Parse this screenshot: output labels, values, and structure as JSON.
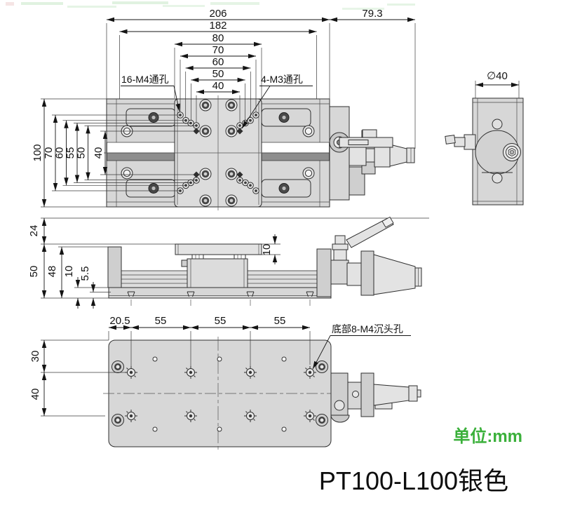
{
  "footer": {
    "units": "单位:mm",
    "title": "PT100-L100银色"
  },
  "colors": {
    "body_gray": "#d7d7d7",
    "groove_dark": "#8e8e8e",
    "units_green": "#3ab03a",
    "line": "#2f2f2f"
  },
  "top_view": {
    "horizontal_dims": {
      "d206": "206",
      "d182": "182",
      "d80": "80",
      "d70": "70",
      "d60": "60",
      "d50": "50",
      "d40": "40",
      "d79_3": "79.3"
    },
    "vertical_dims": {
      "d100": "100",
      "d70": "70",
      "d60": "60",
      "d55": "55",
      "d50": "50",
      "d40": "40"
    },
    "labels": {
      "m4_holes": "16-M4通孔",
      "m3_holes": "4-M3通孔"
    }
  },
  "side_view": {
    "dia": "∅40"
  },
  "front_view": {
    "left_dims": {
      "d24": "24",
      "d50": "50",
      "d48": "48",
      "d10": "10",
      "d5_5": "5.5"
    },
    "right_dims": {
      "d10": "10"
    }
  },
  "bottom_view": {
    "horizontal_dims": {
      "d20_5": "20.5",
      "d55": [
        "55",
        "55",
        "55"
      ]
    },
    "vertical_dims": {
      "d30": "30",
      "d40": "40"
    },
    "labels": {
      "countersunk": "底部8-M4沉头孔"
    }
  }
}
